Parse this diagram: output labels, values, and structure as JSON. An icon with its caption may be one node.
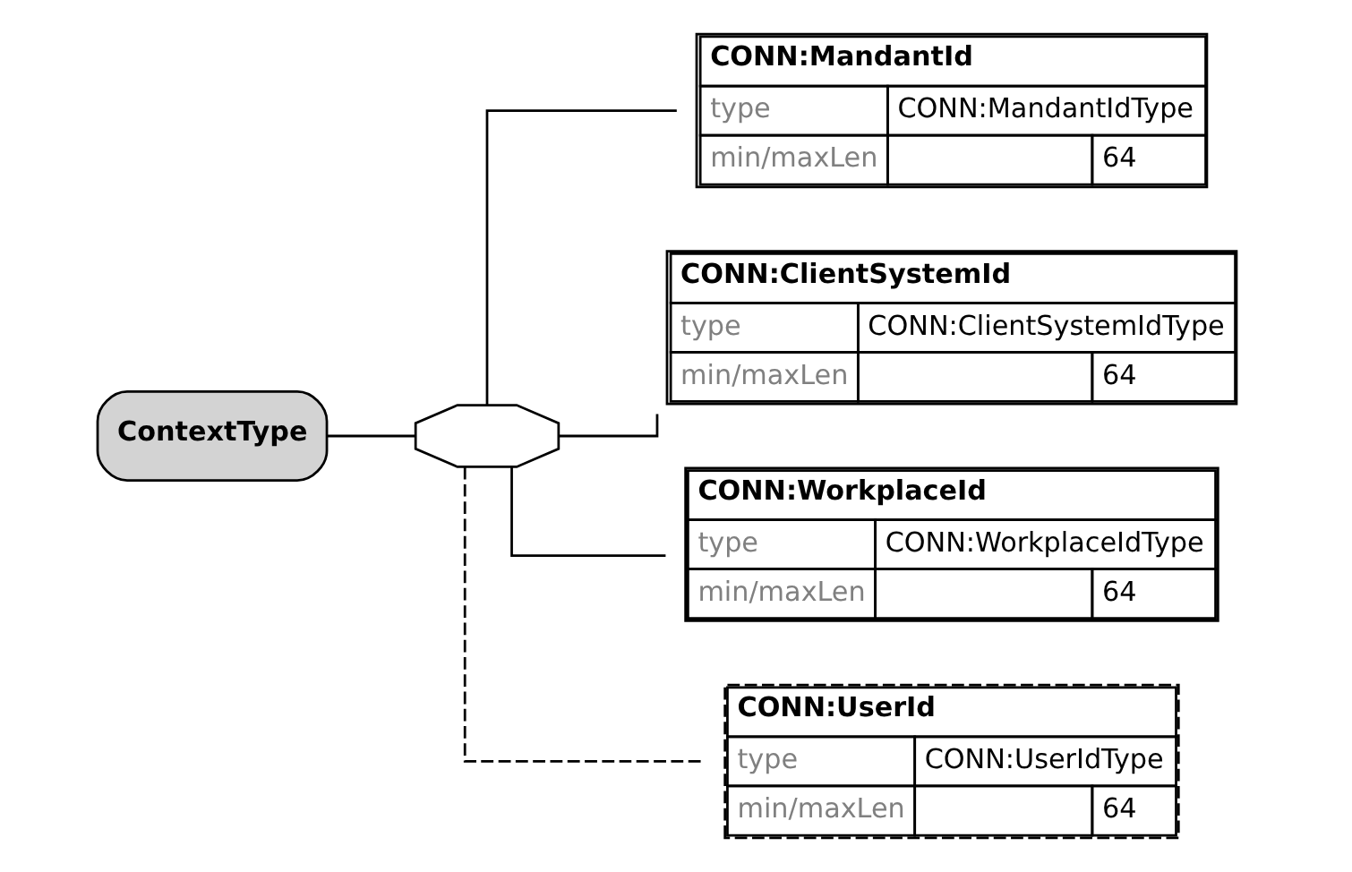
{
  "diagram": {
    "nodes": [
      {
        "text": [
          "ContextType"
        ]
      },
      {
        "text": [],
        "shape": "octagon"
      },
      {
        "text": [
          "CONN:MandantId",
          "type",
          "CONN:MandantIdType",
          "min/maxLen",
          "64"
        ]
      },
      {
        "text": [
          "CONN:ClientSystemId",
          "type",
          "CONN:ClientSystemIdType",
          "min/maxLen",
          "64"
        ]
      },
      {
        "text": [
          "CONN:WorkplaceId",
          "type",
          "CONN:WorkplaceIdType",
          "min/maxLen",
          "64"
        ]
      },
      {
        "text": [
          "CONN:UserId",
          "type",
          "CONN:UserIdType",
          "min/maxLen",
          "64"
        ]
      }
    ],
    "edges": [
      {
        "from": 0,
        "to": 1,
        "arrow": "none"
      },
      {
        "from": 1,
        "to": 2,
        "arrow": "none"
      },
      {
        "from": 1,
        "to": 3,
        "arrow": "none"
      },
      {
        "from": 1,
        "to": 4,
        "arrow": "none"
      },
      {
        "from": 1,
        "to": 5,
        "arrow": "none",
        "style": "dashed"
      }
    ]
  }
}
